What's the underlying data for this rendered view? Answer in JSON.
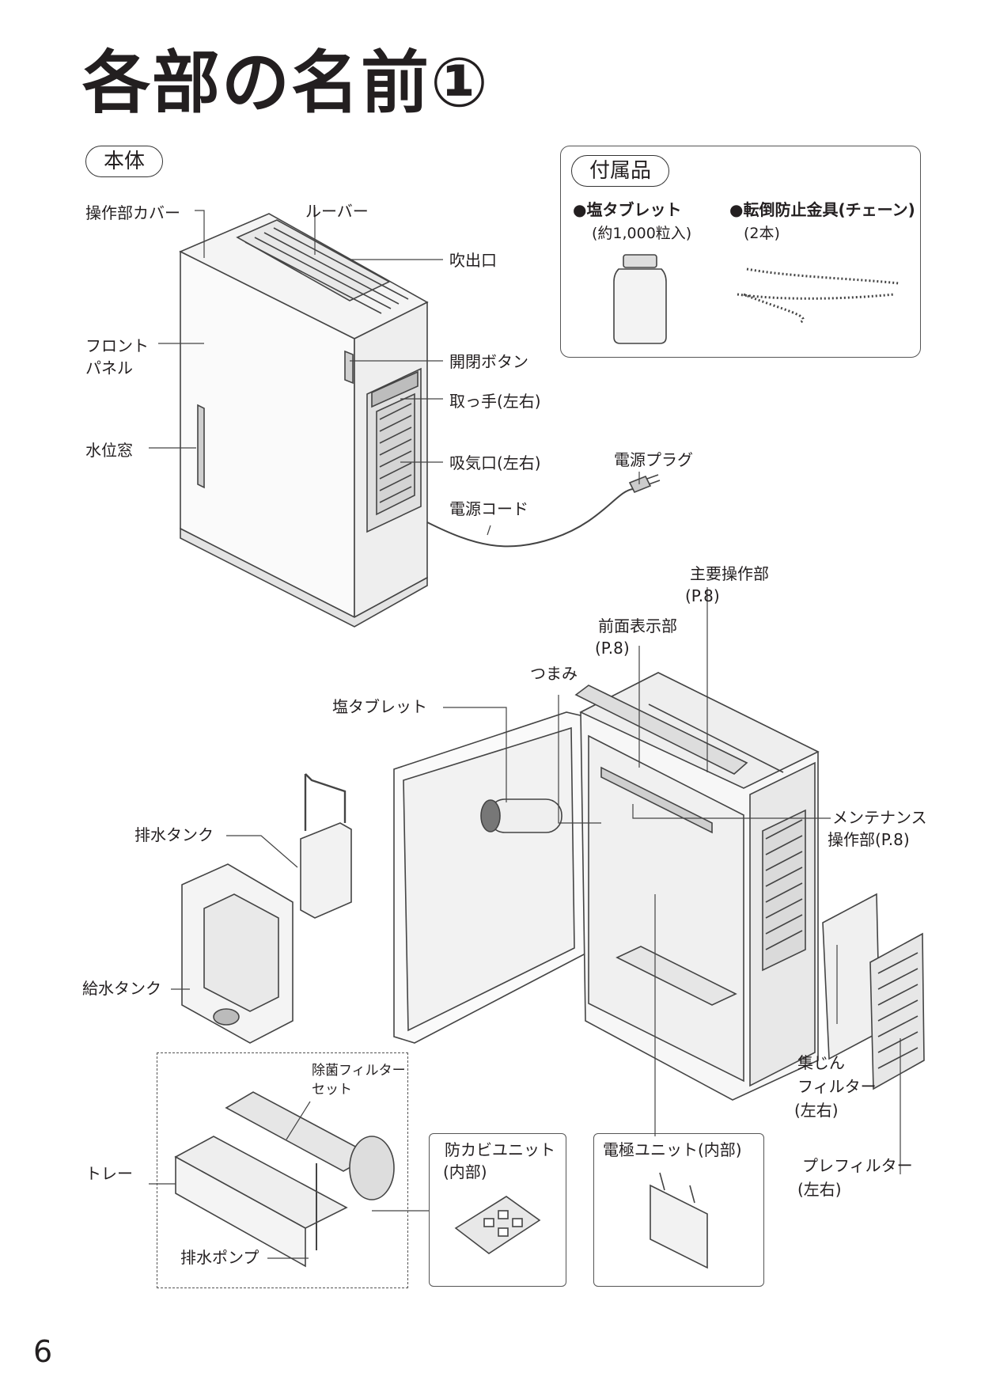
{
  "title": "各部の名前①",
  "page_number": "6",
  "main_unit": {
    "section_label": "本体",
    "labels": {
      "operation_cover": "操作部カバー",
      "louver": "ルーバー",
      "outlet": "吹出口",
      "front_panel_1": "フロント",
      "front_panel_2": "パネル",
      "open_button": "開閉ボタン",
      "handle": "取っ手(左右)",
      "water_window": "水位窓",
      "intake": "吸気口(左右)",
      "power_plug": "電源プラグ",
      "power_cord": "電源コード"
    }
  },
  "accessories": {
    "section_label": "付属品",
    "items": [
      {
        "name": "●塩タブレット",
        "detail": "(約1,000粒入)"
      },
      {
        "name": "●転倒防止金具(チェーン)",
        "detail": "(2本)"
      }
    ]
  },
  "inside": {
    "labels": {
      "main_ops": "主要操作部",
      "main_ops_ref": "(P.8)",
      "front_display": "前面表示部",
      "front_display_ref": "(P.8)",
      "knob": "つまみ",
      "salt_tablet": "塩タブレット",
      "drain_tank": "排水タンク",
      "maintenance_ops_1": "メンテナンス",
      "maintenance_ops_2": "操作部(P.8)",
      "supply_tank": "給水タンク",
      "dust_filter_1": "集じん",
      "dust_filter_2": "フィルター",
      "dust_filter_3": "(左右)",
      "sterilize_filter_1": "除菌フィルター",
      "sterilize_filter_2": "セット",
      "tray": "トレー",
      "drain_pump": "排水ポンプ",
      "antimold_1": "防カビユニット",
      "antimold_2": "(内部)",
      "electrode": "電極ユニット(内部)",
      "prefilter_1": "プレフィルター",
      "prefilter_2": "(左右)"
    }
  }
}
